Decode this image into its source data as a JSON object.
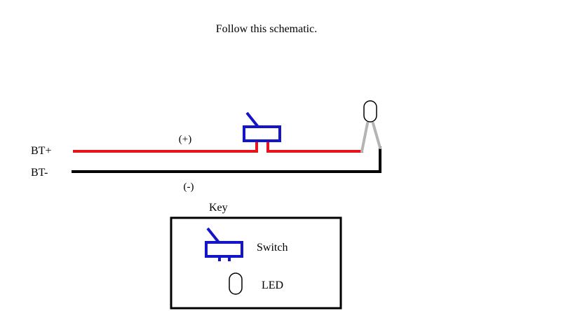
{
  "title": "Follow this schematic.",
  "wires": {
    "positive_terminal": "BT+",
    "negative_terminal": "BT-",
    "positive_sign": "(+)",
    "negative_sign": "(-)"
  },
  "key": {
    "title": "Key",
    "items": [
      {
        "icon": "switch-icon",
        "label": "Switch"
      },
      {
        "icon": "led-icon",
        "label": "LED"
      }
    ]
  },
  "colors": {
    "positive_wire": "#e8141c",
    "negative_wire": "#000000",
    "switch": "#1414c8",
    "led_leads": "#b4b4b4",
    "led_body": "#000000"
  }
}
